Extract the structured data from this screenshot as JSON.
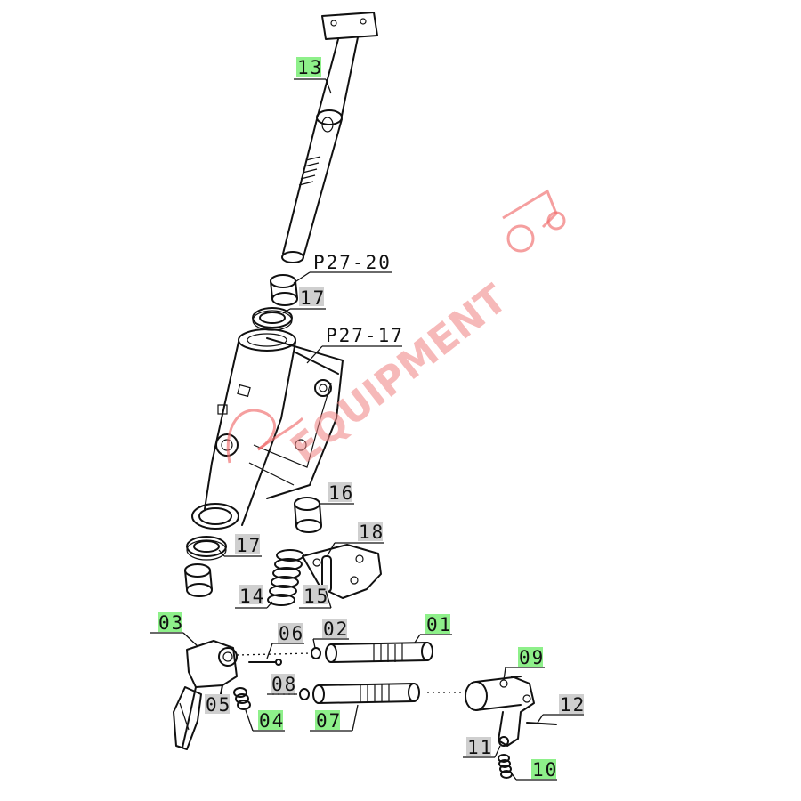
{
  "labels": [
    {
      "id": "13",
      "text": "13",
      "hl": "green"
    },
    {
      "id": "p27-20",
      "text": "P27-20",
      "hl": "none"
    },
    {
      "id": "17a",
      "text": "17",
      "hl": "gray"
    },
    {
      "id": "p27-17",
      "text": "P27-17",
      "hl": "none"
    },
    {
      "id": "16",
      "text": "16",
      "hl": "gray"
    },
    {
      "id": "17b",
      "text": "17",
      "hl": "gray"
    },
    {
      "id": "18",
      "text": "18",
      "hl": "gray"
    },
    {
      "id": "14",
      "text": "14",
      "hl": "gray"
    },
    {
      "id": "15",
      "text": "15",
      "hl": "gray"
    },
    {
      "id": "03",
      "text": "03",
      "hl": "green"
    },
    {
      "id": "06",
      "text": "06",
      "hl": "gray"
    },
    {
      "id": "02",
      "text": "02",
      "hl": "gray"
    },
    {
      "id": "01",
      "text": "01",
      "hl": "green"
    },
    {
      "id": "09",
      "text": "09",
      "hl": "green"
    },
    {
      "id": "08",
      "text": "08",
      "hl": "gray"
    },
    {
      "id": "05",
      "text": "05",
      "hl": "gray"
    },
    {
      "id": "04",
      "text": "04",
      "hl": "green"
    },
    {
      "id": "07",
      "text": "07",
      "hl": "green"
    },
    {
      "id": "12",
      "text": "12",
      "hl": "gray"
    },
    {
      "id": "11",
      "text": "11",
      "hl": "gray"
    },
    {
      "id": "10",
      "text": "10",
      "hl": "green"
    }
  ],
  "watermark": {
    "text": "EQUIPMENT",
    "color": "#ef6b6b",
    "icon": "tractor-icon"
  },
  "colors": {
    "green_highlight": "#8ef08a",
    "gray_highlight": "#cfcfcf",
    "line": "#111111"
  }
}
